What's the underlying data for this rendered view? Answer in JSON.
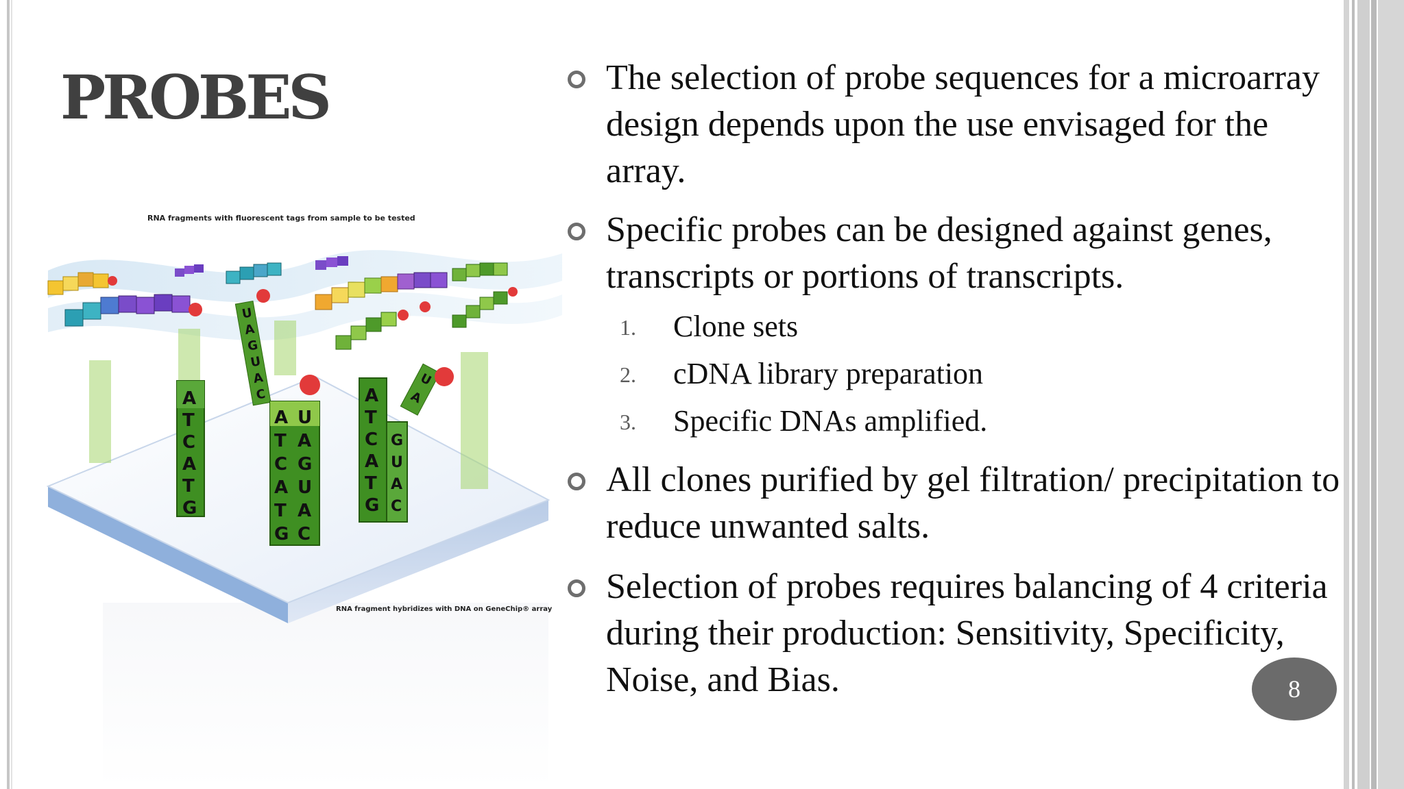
{
  "slide": {
    "title": "PROBES",
    "bullets": [
      "The selection of probe sequences for a microarray design depends upon the use envisaged for the array.",
      "Specific probes can be designed against genes, transcripts or portions of transcripts."
    ],
    "numbered": [
      {
        "num": "1.",
        "text": "Clone sets"
      },
      {
        "num": "2.",
        "text": "cDNA library preparation"
      },
      {
        "num": "3.",
        "text": "Specific DNAs amplified."
      }
    ],
    "bullets_after": [
      "All clones purified by gel filtration/ precipitation to reduce unwanted salts.",
      "Selection of probes requires balancing of 4 criteria during their production: Sensitivity, Specificity, Noise, and Bias."
    ],
    "page_number": "8"
  },
  "figure": {
    "caption_top": "RNA fragments with fluorescent tags from sample to be tested",
    "caption_bottom": "RNA fragment hybridizes with DNA on GeneChip® array",
    "probe_columns": [
      {
        "dna": [
          "A",
          "T",
          "C",
          "A",
          "T",
          "G"
        ]
      },
      {
        "dna": [
          "A",
          "T",
          "C",
          "A",
          "T",
          "G"
        ],
        "rna": [
          "U",
          "A",
          "G",
          "U",
          "A",
          "C"
        ]
      },
      {
        "dna": [
          "A",
          "T",
          "C",
          "A",
          "T",
          "G"
        ],
        "rna": [
          "G",
          "U",
          "A",
          "C"
        ]
      }
    ],
    "hanging_strands": [
      {
        "letters": [
          "U",
          "A",
          "G",
          "U",
          "A",
          "C"
        ]
      },
      {
        "letters": [
          "U",
          "A"
        ]
      }
    ]
  }
}
